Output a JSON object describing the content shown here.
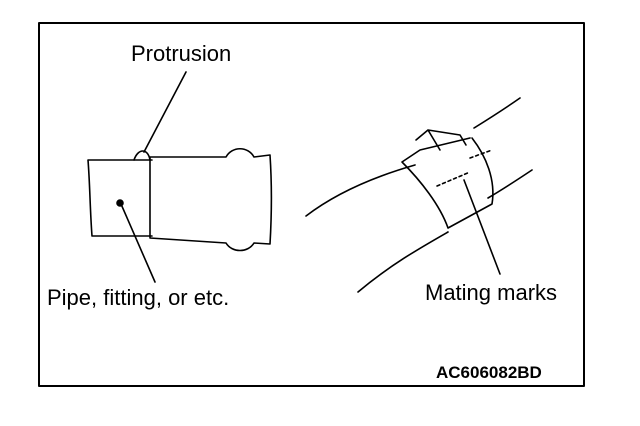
{
  "labels": {
    "protrusion": "Protrusion",
    "pipe": "Pipe, fitting, or etc.",
    "mating_marks": "Mating marks",
    "figure_code": "AC606082BD"
  },
  "colors": {
    "line": "#000000",
    "background": "#ffffff"
  }
}
